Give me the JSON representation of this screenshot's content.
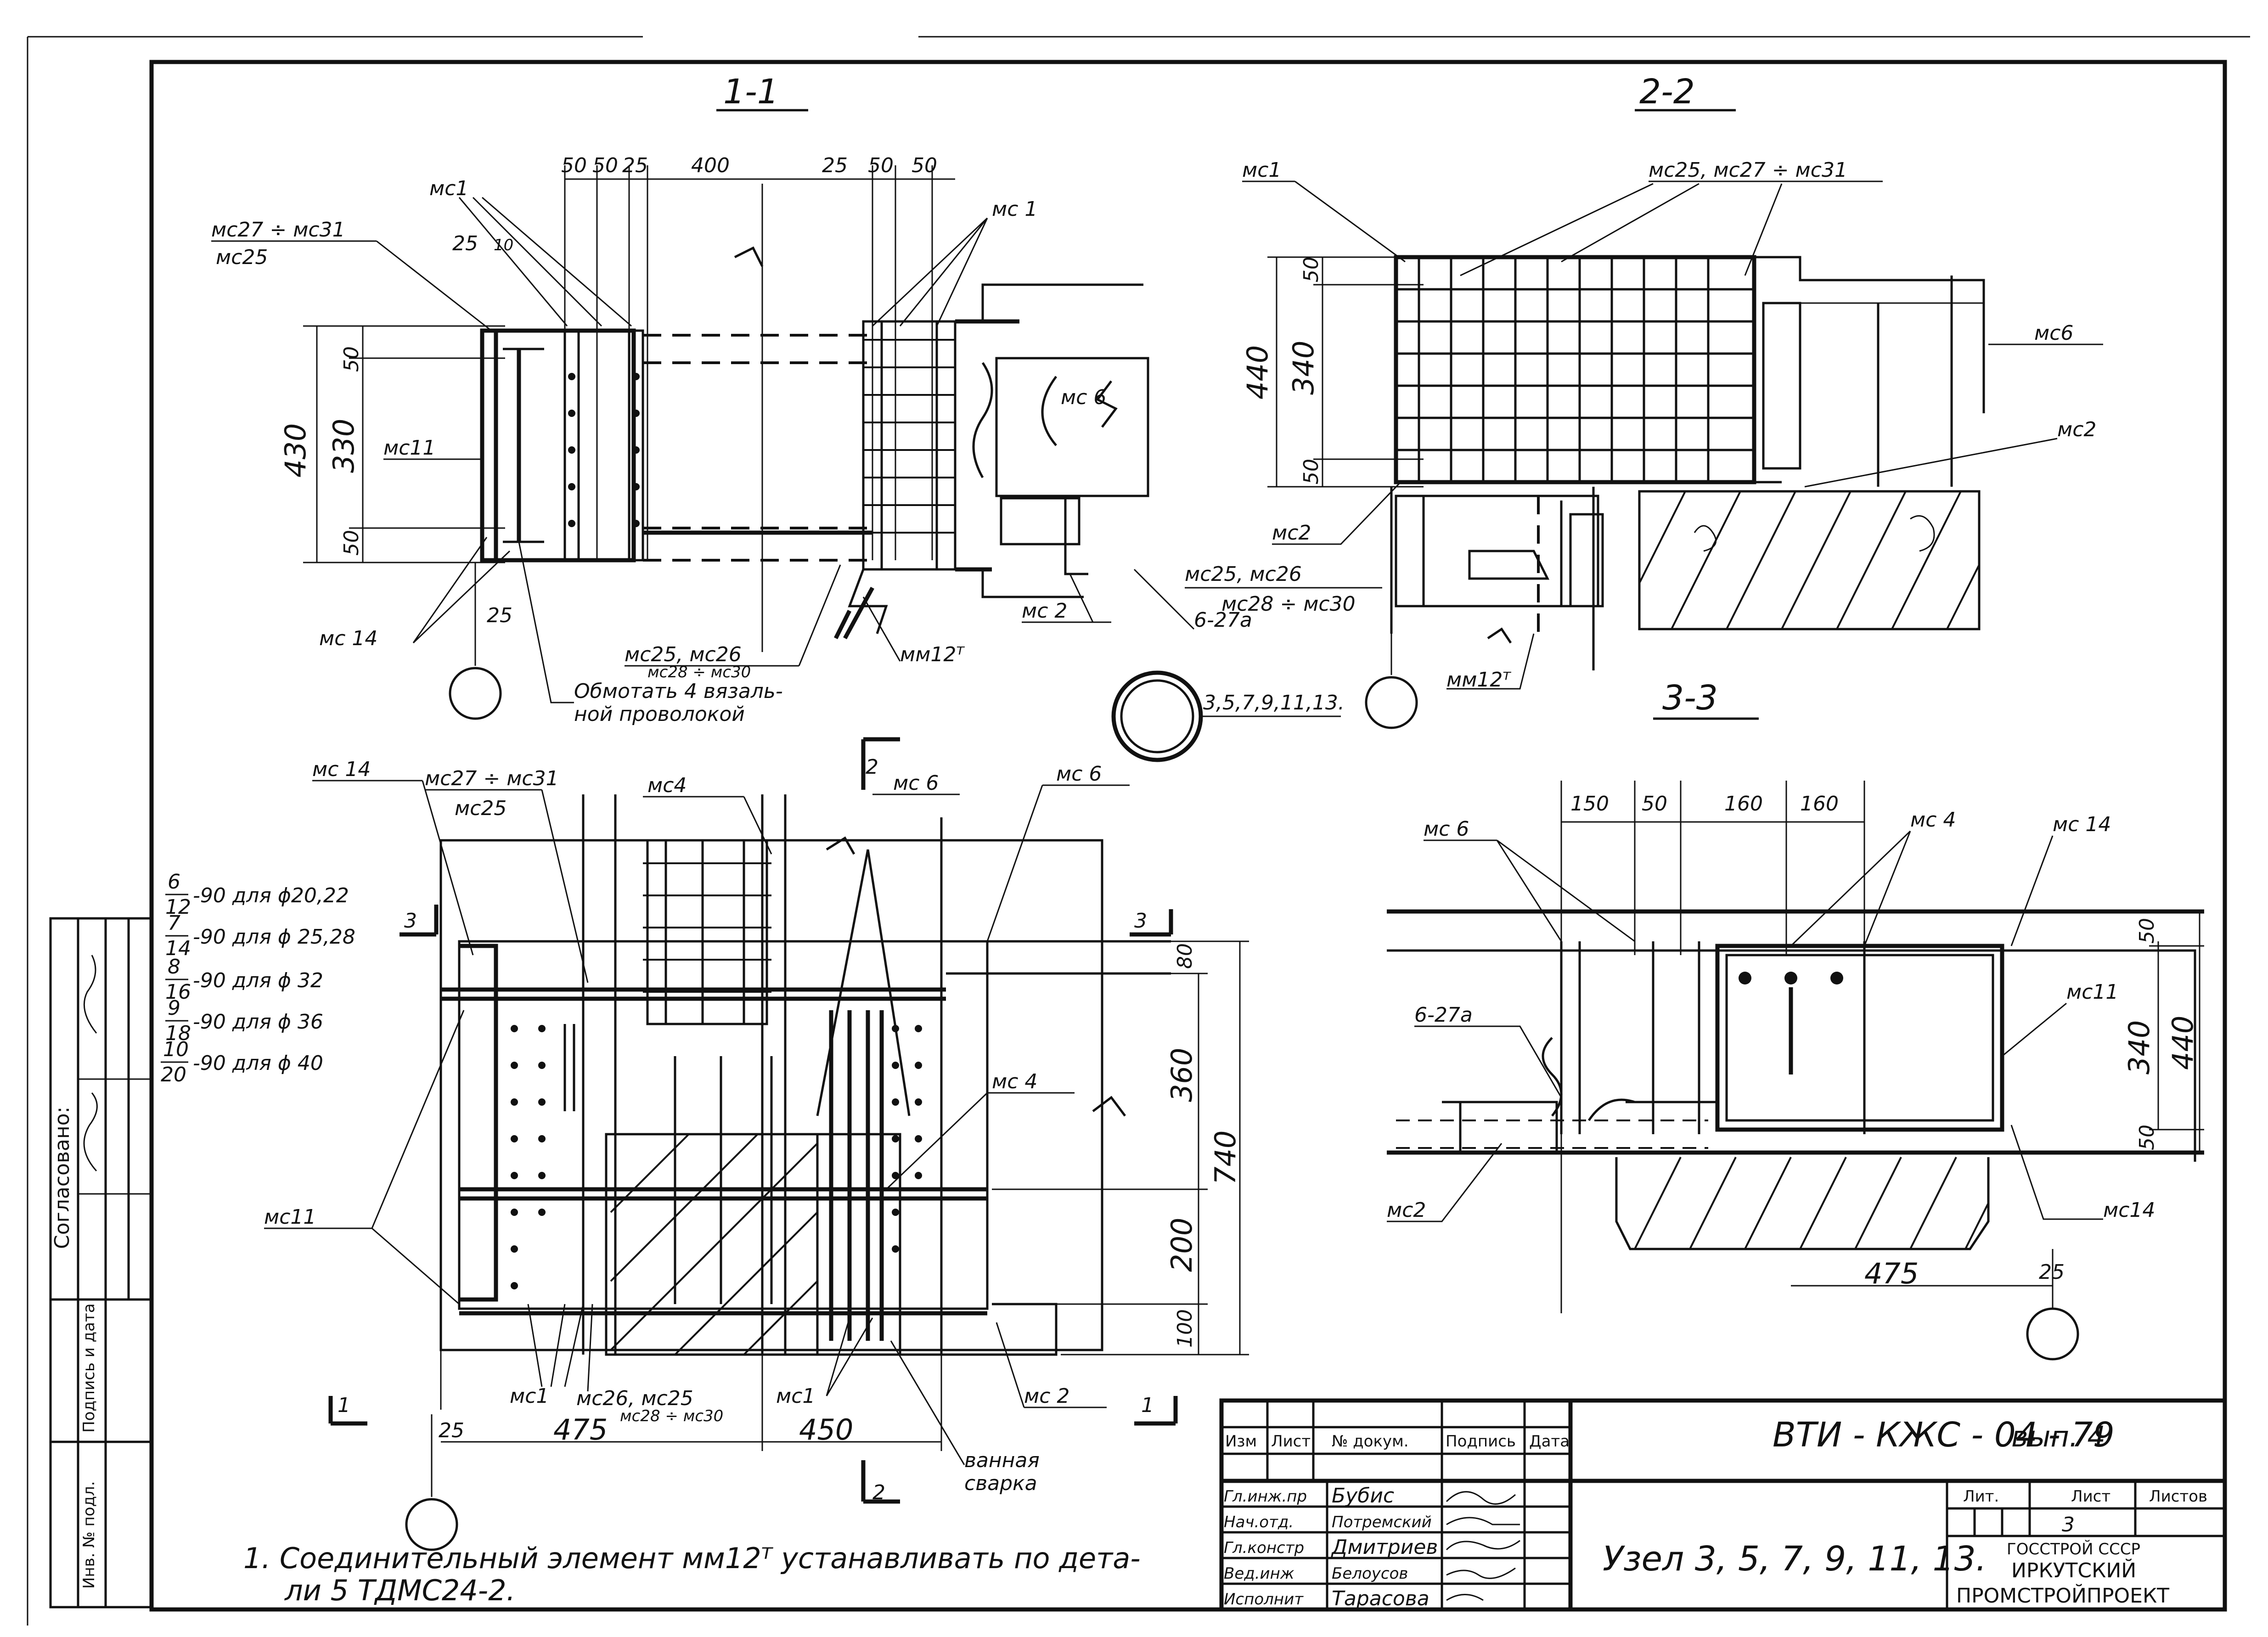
{
  "sections": {
    "s11": {
      "title": "1-1"
    },
    "s22": {
      "title": "2-2"
    },
    "s33": {
      "title": "3-3"
    }
  },
  "sec11": {
    "dims_top": [
      "50",
      "50",
      "25",
      "400",
      "25",
      "50",
      "50"
    ],
    "dims_left": [
      "430",
      "330",
      "50",
      "50"
    ],
    "dim_25": "25",
    "dim_10": "10",
    "dim_25b": "25",
    "labels": {
      "mc1_left": "мс1",
      "mc1_right": "мс 1",
      "mc27_31": "мс27 ÷ мс31",
      "mc25": "мс25",
      "mc11": "мс11",
      "mc6": "мс 6",
      "mc14": "мс 14",
      "mc2": "мс 2",
      "mc25_26": "мс25, мс26",
      "mc28_30": "мс28 ÷ мс30",
      "wrap1": "Обмотать 4 вязаль-",
      "wrap2": "ной проволокой",
      "mm12": "мм12ᵀ",
      "b27": "6-27а"
    }
  },
  "sec22": {
    "dims_left": [
      "440",
      "340",
      "50",
      "50"
    ],
    "labels": {
      "mc1": "мс1",
      "mc25_27_31": "мс25, мс27 ÷ мс31",
      "mc6": "мс6",
      "mc2_right": "мс2",
      "mc2_left": "мс2",
      "mc25_26": "мс25, мс26",
      "mc28_30": "мс28 ÷ мс30",
      "mm12": "мм12ᵀ"
    }
  },
  "callout_center": "3,5,7,9,11,13.",
  "plan": {
    "notes": [
      {
        "num": "6",
        "den": "12",
        "text": "-90 для ϕ20,22"
      },
      {
        "num": "7",
        "den": "14",
        "text": "-90 для ϕ 25,28"
      },
      {
        "num": "8",
        "den": "16",
        "text": "-90 для ϕ 32"
      },
      {
        "num": "9",
        "den": "18",
        "text": "-90 для ϕ 36"
      },
      {
        "num": "10",
        "den": "20",
        "text": "-90 для ϕ 40"
      }
    ],
    "dims_right": [
      "80",
      "360",
      "740",
      "200",
      "100"
    ],
    "dims_bottom": [
      "475",
      "450"
    ],
    "dim_25": "25",
    "section_marks": {
      "cut1": "1",
      "cut2": "2",
      "cut3": "3"
    },
    "labels": {
      "mc14": "мс 14",
      "mc27_31": "мс27 ÷ мс31",
      "mc25": "мс25",
      "mc4_top": "мс4",
      "mc6": "мс 6",
      "mc6b": "мс 6",
      "mc4_right": "мс 4",
      "mc11": "мс11",
      "mc1_left": "мс1",
      "mc26_25": "мс26, мс25",
      "mc28_30": "мс28 ÷ мс30",
      "mc1_mid": "мс1",
      "mc2": "мс 2",
      "bath1": "ванная",
      "bath2": "сварка"
    }
  },
  "sec33": {
    "dims_top": [
      "150",
      "50",
      "160",
      "160"
    ],
    "dims_right": [
      "50",
      "340",
      "440",
      "50"
    ],
    "dim_475": "475",
    "dim_25": "25",
    "labels": {
      "mc6": "мс 6",
      "mc4": "мс 4",
      "mc14_top": "мс 14",
      "mc11": "мс11",
      "b27": "6-27а",
      "mc2": "мс2",
      "mc14_bot": "мс14"
    }
  },
  "footnote": {
    "line1": "1. Соединительный элемент мм12ᵀ устанавливать по дета-",
    "line2": "ли 5 ТДМС24-2."
  },
  "side_stamp": {
    "agreed": "Согласовано:",
    "sign_date": "Подпись и дата",
    "inv_no": "Инв. № подл."
  },
  "title_block": {
    "headers": [
      "Изм",
      "Лист",
      "№ докум.",
      "Подпись",
      "Дата"
    ],
    "rows": [
      {
        "role": "Гл.инж.пр",
        "name": "Бубис"
      },
      {
        "role": "Нач.отд.",
        "name": "Потремский"
      },
      {
        "role": "Гл.констр",
        "name": "Дмитриев"
      },
      {
        "role": "Вед.инж",
        "name": "Белоусов"
      },
      {
        "role": "Исполнит",
        "name": "Тарасова"
      }
    ],
    "code": "ВТИ - КЖС - 04 - 79",
    "issue": "вып. 4",
    "node": "Узел 3, 5, 7, 9, 11, 13.",
    "lit_header": "Лит.",
    "sheet_header": "Лист",
    "sheets_header": "Листов",
    "sheet_no": "3",
    "org1": "ГОССТРОЙ СССР",
    "org2": "ИРКУТСКИЙ",
    "org3": "ПРОМСТРОЙПРОЕКТ"
  }
}
